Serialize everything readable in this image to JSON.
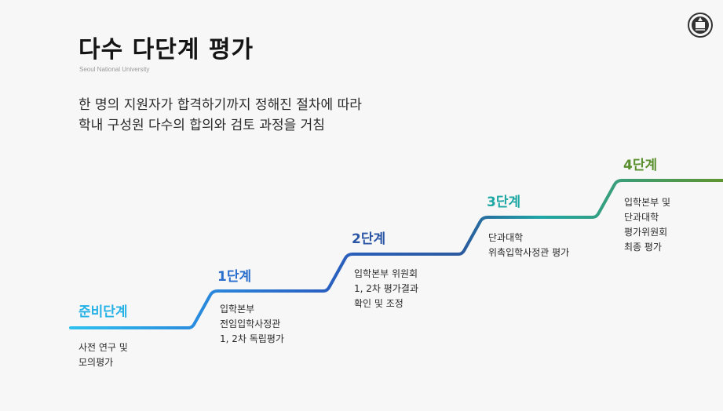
{
  "header": {
    "title": "다수 다단계 평가",
    "subtitle": "Seoul National University"
  },
  "intro": {
    "line1": "한 명의 지원자가 합격하기까지 정해진 절차에 따라",
    "line2": "학내 구성원 다수의 합의와 검토 과정을 거침"
  },
  "stages": [
    {
      "title": "준비단계",
      "color": "#27b2e6",
      "desc": [
        "사전 연구 및",
        "모의평가"
      ]
    },
    {
      "title": "1단계",
      "color": "#2a6fcd",
      "desc": [
        "입학본부",
        "전임입학사정관",
        "1, 2차 독립평가"
      ]
    },
    {
      "title": "2단계",
      "color": "#2b56a6",
      "desc": [
        "입학본부 위원회",
        "1, 2차 평가결과",
        "확인 및 조정"
      ]
    },
    {
      "title": "3단계",
      "color": "#1fa7a3",
      "desc": [
        "단과대학",
        "위촉입학사정관 평가"
      ]
    },
    {
      "title": "4단계",
      "color": "#5a8f2e",
      "desc": [
        "입학본부 및",
        "단과대학",
        "평가위원회",
        "최종 평가"
      ]
    }
  ]
}
